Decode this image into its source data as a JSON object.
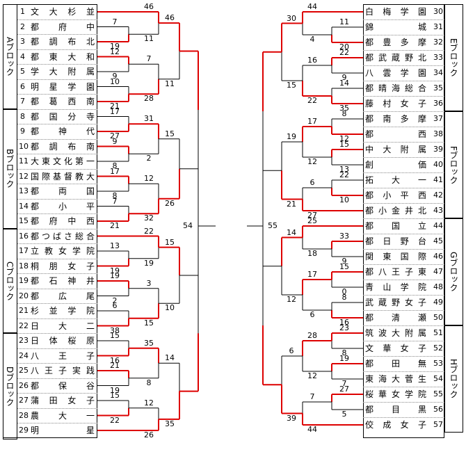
{
  "left_blocks": [
    "Aブロック",
    "Bブロック",
    "Cブロック",
    "Dブロック"
  ],
  "right_blocks": [
    "Eブロック",
    "Fブロック",
    "Gブロック",
    "Hブロック"
  ],
  "left_teams": [
    {
      "no": "1",
      "name": "文大杉並"
    },
    {
      "no": "2",
      "name": "都府中"
    },
    {
      "no": "3",
      "name": "都調布北"
    },
    {
      "no": "4",
      "name": "都東大和"
    },
    {
      "no": "5",
      "name": "学大附属"
    },
    {
      "no": "6",
      "name": "明星学園"
    },
    {
      "no": "7",
      "name": "都葛西南"
    },
    {
      "no": "8",
      "name": "都国分寺"
    },
    {
      "no": "9",
      "name": "都神代"
    },
    {
      "no": "10",
      "name": "都調布南"
    },
    {
      "no": "11",
      "name": "大東文化第一"
    },
    {
      "no": "12",
      "name": "国際基督教大"
    },
    {
      "no": "13",
      "name": "都両国"
    },
    {
      "no": "14",
      "name": "都小平"
    },
    {
      "no": "15",
      "name": "都府中西"
    },
    {
      "no": "16",
      "name": "都つばさ総合"
    },
    {
      "no": "17",
      "name": "立教女学院"
    },
    {
      "no": "18",
      "name": "桐朋女子"
    },
    {
      "no": "19",
      "name": "都石神井"
    },
    {
      "no": "20",
      "name": "都広尾"
    },
    {
      "no": "21",
      "name": "杉並学院"
    },
    {
      "no": "22",
      "name": "日大二"
    },
    {
      "no": "23",
      "name": "日体桜原"
    },
    {
      "no": "24",
      "name": "八王子"
    },
    {
      "no": "25",
      "name": "八王子実践"
    },
    {
      "no": "26",
      "name": "都保谷"
    },
    {
      "no": "27",
      "name": "蒲田女子"
    },
    {
      "no": "28",
      "name": "農大一"
    },
    {
      "no": "29",
      "name": "明星"
    }
  ],
  "right_teams": [
    {
      "no": "30",
      "name": "白梅学園"
    },
    {
      "no": "31",
      "name": "錦城"
    },
    {
      "no": "32",
      "name": "都豊多摩"
    },
    {
      "no": "33",
      "name": "都武蔵野北"
    },
    {
      "no": "34",
      "name": "八雲学園"
    },
    {
      "no": "35",
      "name": "都晴海総合"
    },
    {
      "no": "36",
      "name": "藤村女子"
    },
    {
      "no": "37",
      "name": "都南多摩"
    },
    {
      "no": "38",
      "name": "都西"
    },
    {
      "no": "39",
      "name": "中大附属"
    },
    {
      "no": "40",
      "name": "創価"
    },
    {
      "no": "41",
      "name": "拓大一"
    },
    {
      "no": "42",
      "name": "都小平西"
    },
    {
      "no": "43",
      "name": "都小金井北"
    },
    {
      "no": "44",
      "name": "都国立"
    },
    {
      "no": "45",
      "name": "都日野台"
    },
    {
      "no": "46",
      "name": "関東国際"
    },
    {
      "no": "47",
      "name": "都八王子東"
    },
    {
      "no": "48",
      "name": "青山学院"
    },
    {
      "no": "49",
      "name": "武蔵野女子"
    },
    {
      "no": "50",
      "name": "都清瀬"
    },
    {
      "no": "51",
      "name": "筑波大附属"
    },
    {
      "no": "52",
      "name": "文華女子"
    },
    {
      "no": "53",
      "name": "都田無"
    },
    {
      "no": "54",
      "name": "東海大菅生"
    },
    {
      "no": "55",
      "name": "桜華女学院"
    },
    {
      "no": "56",
      "name": "都目黒"
    },
    {
      "no": "57",
      "name": "佼成女子"
    }
  ],
  "match_numbers": [
    "7",
    "11",
    "12",
    "9",
    "10",
    "17",
    "27",
    "9",
    "8",
    "17",
    "8",
    "7",
    "21",
    "13",
    "19",
    "19",
    "2",
    "6",
    "15",
    "16",
    "21",
    "19",
    "15",
    "22",
    "11",
    "20",
    "22",
    "9",
    "14",
    "8",
    "12",
    "15",
    "13",
    "22",
    "10",
    "33",
    "9",
    "15",
    "0",
    "8",
    "23",
    "8",
    "19",
    "7",
    "27",
    "5",
    "46",
    "19",
    "7",
    "28",
    "21",
    "31",
    "2",
    "32",
    "21",
    "22",
    "19",
    "38",
    "3",
    "15",
    "35",
    "8",
    "12",
    "26",
    "44",
    "4",
    "16",
    "22",
    "35",
    "17",
    "12",
    "6",
    "27",
    "18",
    "17",
    "6",
    "28",
    "12",
    "7",
    "44",
    "46",
    "11",
    "15",
    "26",
    "15",
    "10",
    "14",
    "35",
    "30",
    "15",
    "19",
    "21",
    "25",
    "14",
    "12",
    "39",
    "6",
    "54",
    "55"
  ]
}
